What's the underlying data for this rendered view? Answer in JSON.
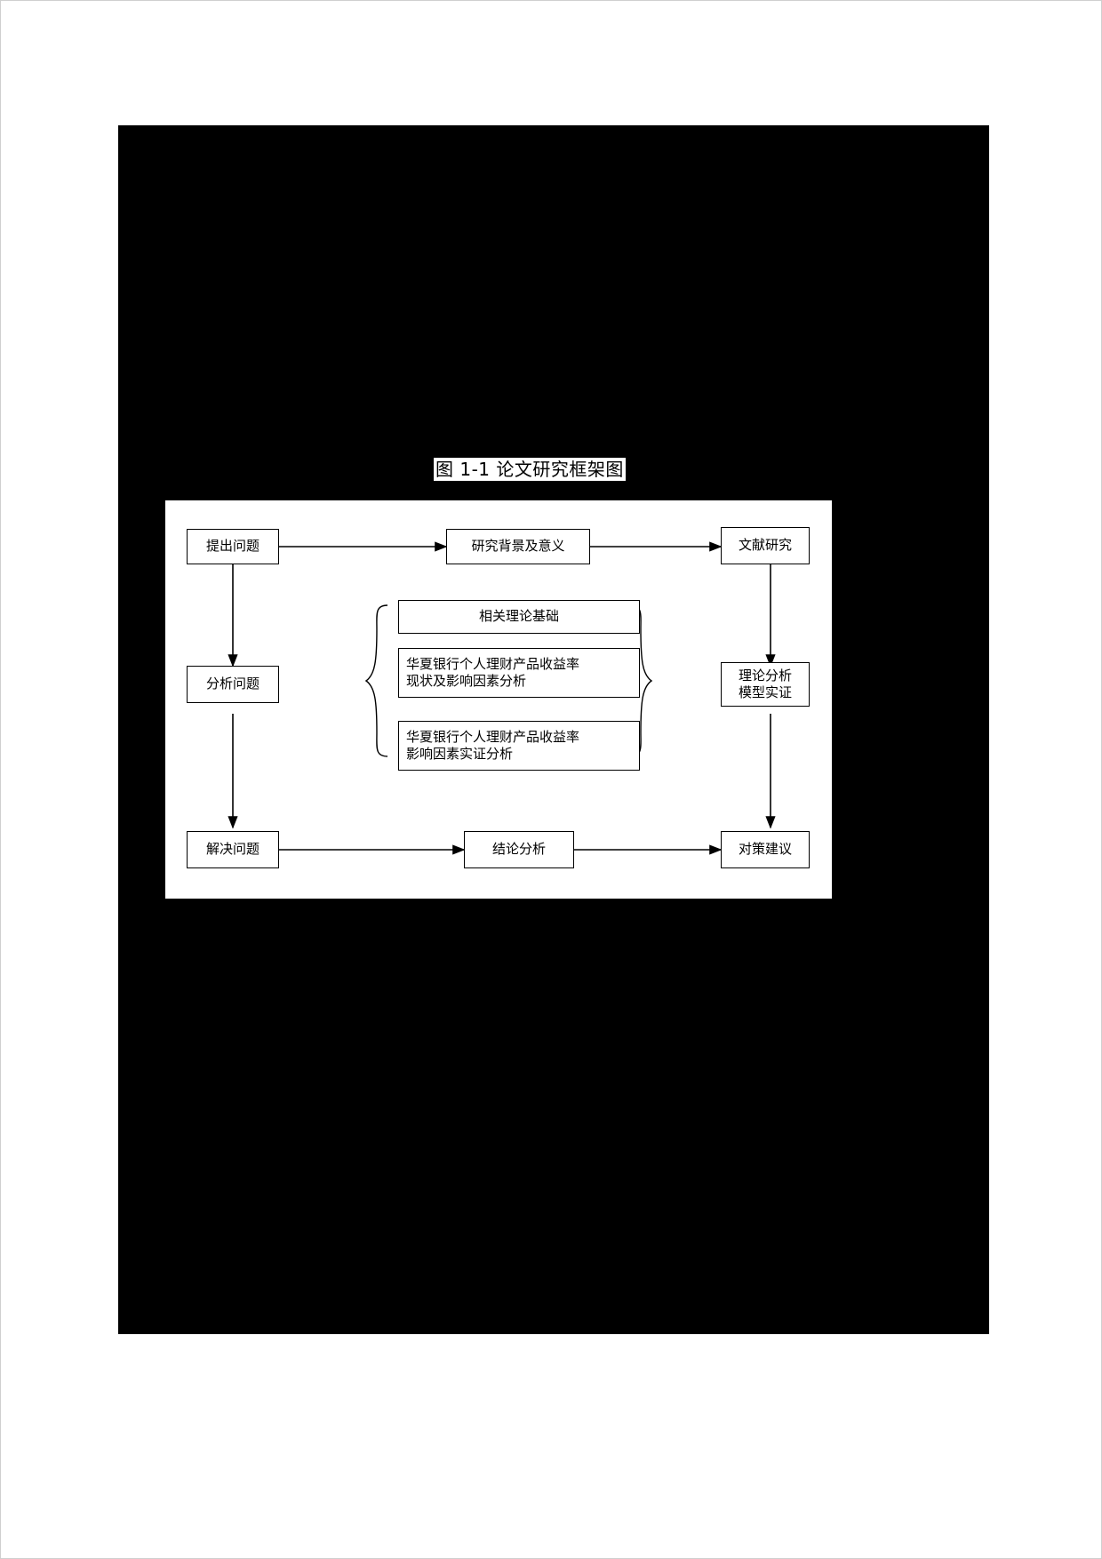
{
  "document": {
    "background_color": "#ffffff",
    "scan_block_color": "#000000"
  },
  "figure": {
    "caption": "图 1-1  论文研究框架图",
    "canvas_background": "#ffffff",
    "stroke_color": "#000000",
    "nodes": {
      "raise_problem": "提出问题",
      "research_background": "研究背景及意义",
      "literature_review": "文献研究",
      "analyze_problem": "分析问题",
      "theory_basis": "相关理论基础",
      "status_and_factors": "华夏银行个人理财产品收益率\n现状及影响因素分析",
      "empirical_factors": "华夏银行个人理财产品收益率\n影响因素实证分析",
      "theory_model": "理论分析\n模型实证",
      "solve_problem": "解决问题",
      "conclusion_analysis": "结论分析",
      "countermeasures": "对策建议"
    },
    "edges": [
      {
        "from": "提出问题",
        "to": "研究背景及意义",
        "arrow": "right"
      },
      {
        "from": "研究背景及意义",
        "to": "文献研究",
        "arrow": "right"
      },
      {
        "from": "提出问题",
        "to": "分析问题",
        "arrow": "down"
      },
      {
        "from": "文献研究",
        "to": "理论分析模型实证",
        "arrow": "down"
      },
      {
        "from": "分析问题",
        "to": "解决问题",
        "arrow": "down"
      },
      {
        "from": "理论分析模型实证",
        "to": "对策建议",
        "arrow": "down"
      },
      {
        "from": "解决问题",
        "to": "结论分析",
        "arrow": "right"
      },
      {
        "from": "结论分析",
        "to": "对策建议",
        "arrow": "right"
      }
    ],
    "braces": [
      {
        "name": "left-brace",
        "orientation": "left"
      },
      {
        "name": "right-brace",
        "orientation": "right"
      }
    ]
  }
}
